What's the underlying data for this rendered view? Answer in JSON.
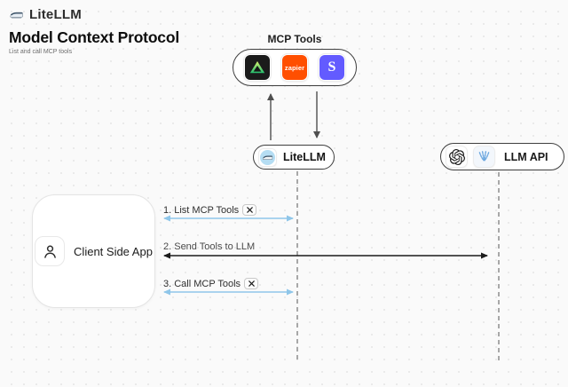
{
  "brand": {
    "name": "LiteLLM",
    "logo": "train-icon"
  },
  "header": {
    "title": "Model Context Protocol",
    "subtitle": "List and call MCP tools"
  },
  "diagram": {
    "mcp_tools": {
      "label": "MCP Tools",
      "tools": [
        {
          "name": "green-triangle-tool",
          "bg": "#1b1b1b"
        },
        {
          "name": "zapier",
          "text": "zapier",
          "bg": "#FF4F00"
        },
        {
          "name": "stripe",
          "text": "S",
          "bg": "#635BFF"
        }
      ]
    },
    "litellm_node": {
      "label": "LiteLLM",
      "icon": "litellm-train-icon"
    },
    "llm_api_node": {
      "label": "LLM API",
      "icons": [
        "openai-icon",
        "blue-feather-icon"
      ]
    },
    "client_node": {
      "label": "Client Side App",
      "icon": "person-icon"
    },
    "steps": [
      {
        "label": "1. List MCP Tools",
        "tools_icon": true,
        "arrow": "blue-double-headed"
      },
      {
        "label": "2. Send Tools to LLM",
        "tools_icon": false,
        "arrow": "dark-double-headed"
      },
      {
        "label": "3. Call MCP Tools",
        "tools_icon": true,
        "arrow": "blue-double-headed"
      }
    ]
  },
  "colors": {
    "arrow_blue": "#8FC6E9",
    "arrow_dark": "#1b1b1b",
    "vertical_arrow_gray": "#4f4f4f",
    "lifeline_gray": "#a8a8a8",
    "zapier_orange": "#FF4F00",
    "stripe_purple": "#635BFF",
    "background": "#fafafa"
  }
}
